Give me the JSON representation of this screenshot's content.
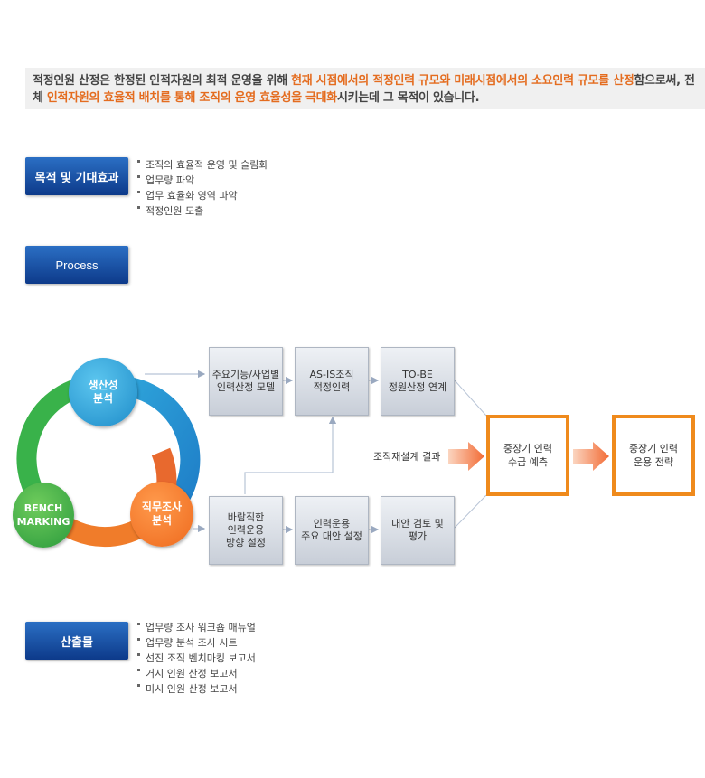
{
  "intro": {
    "part1": "적정인원 산정은 한정된 인적자원의 최적 운영을 위해 ",
    "highlight1": "현재 시점에서의 적정인력 규모와 미래시점에서의 소요인력 규모를 산정",
    "part2": "함으로써, 전체 ",
    "highlight2": "인적자원의 효율적 배치를 통해 조직의 운영 효율성을 극대화",
    "part3": "시키는데 그 목적이 있습니다."
  },
  "sections": {
    "purpose": {
      "title": "목적 및 기대효과",
      "items": [
        "조직의 효율적 운영 및 슬림화",
        "업무량 파악",
        "업무 효율화 영역 파악",
        "적정인원 도출"
      ]
    },
    "process": {
      "title": "Process"
    },
    "output": {
      "title": "산출물",
      "items": [
        "업무량 조사 워크숍 매뉴얼",
        "업무량 분석 조사 시트",
        "선진 조직 벤치마킹 보고서",
        "거시 인원 산정 보고서",
        "미시 인원 산정 보고서"
      ]
    }
  },
  "diagram": {
    "circles": {
      "productivity": "생산성\n분석",
      "benchmark": "BENCH\nMARKING",
      "job": "직무조사\n분석"
    },
    "top_steps": [
      "주요기능/사업별\n인력산정 모델",
      "AS-IS조직\n적정인력",
      "TO-BE\n정원산정 연계"
    ],
    "bottom_steps": [
      "바람직한\n인력운용\n방향 설정",
      "인력운용\n주요 대안 설정",
      "대안 검토 및\n평가"
    ],
    "reorg_label": "조직재설계 결과",
    "forecast": "중장기 인력\n수급 예측",
    "strategy": "중장기 인력\n운용 전략"
  }
}
